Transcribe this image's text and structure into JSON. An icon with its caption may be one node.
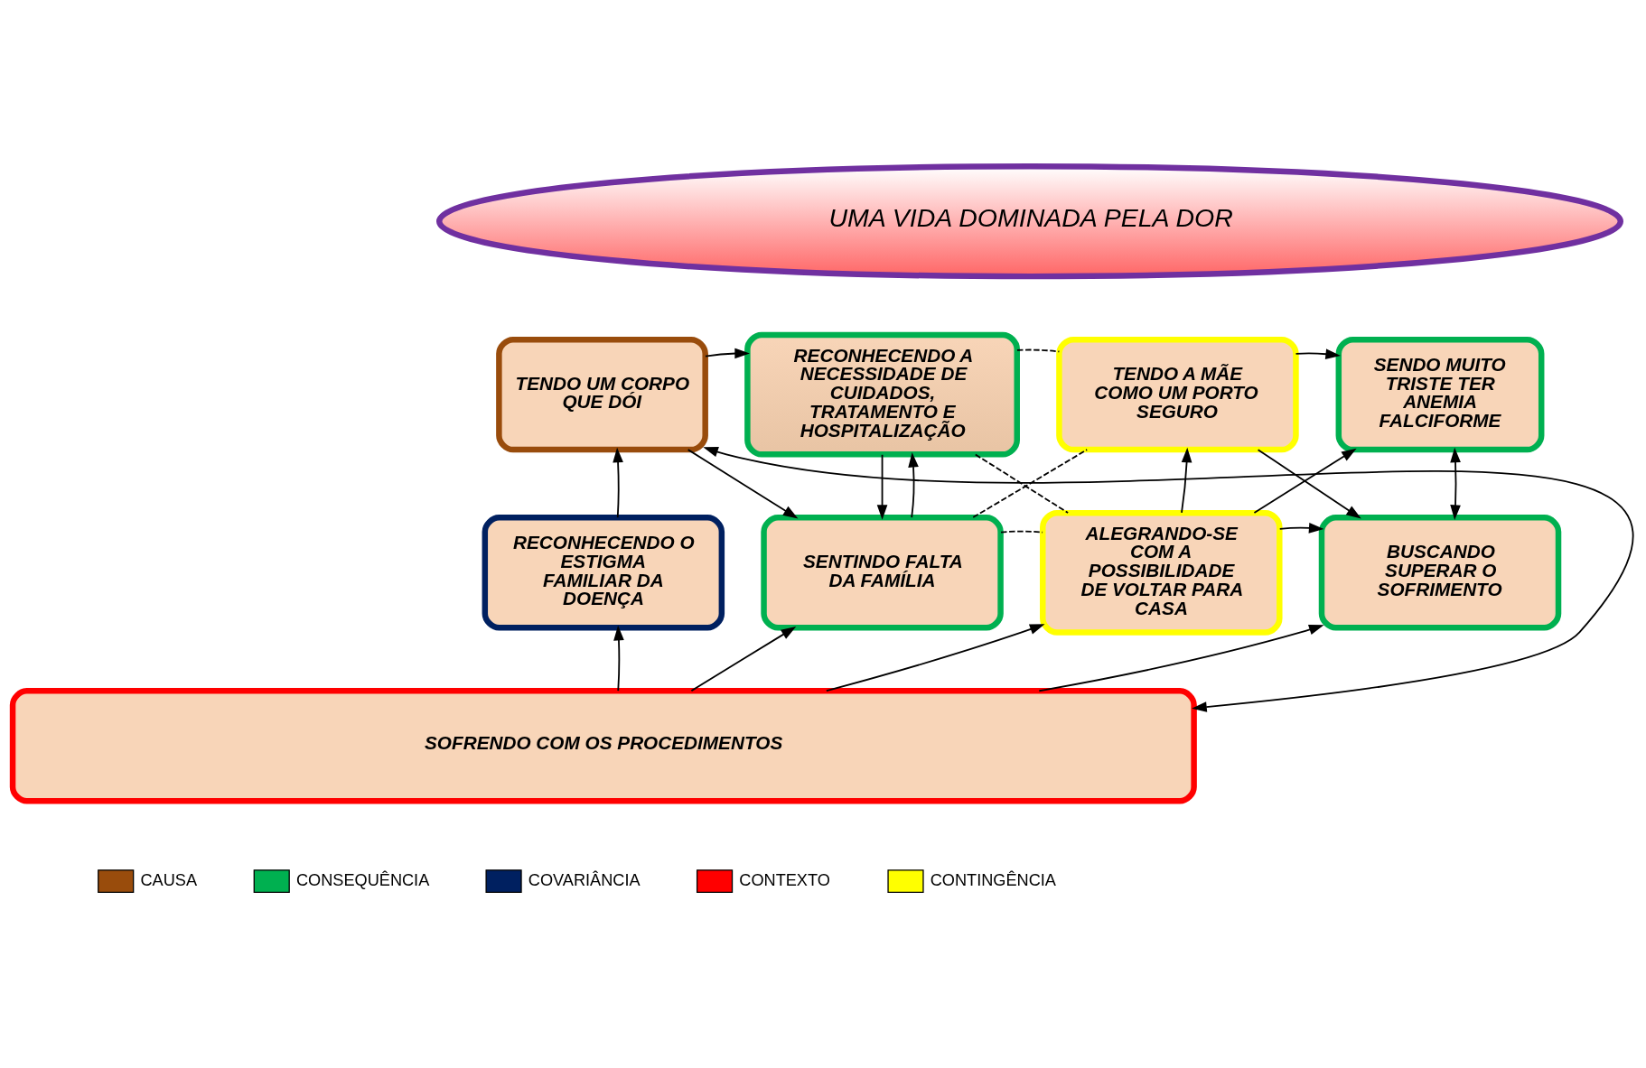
{
  "diagram": {
    "nodes": [
      {
        "text": [
          "UMA VIDA DOMINADA PELA DOR"
        ]
      },
      {
        "text": [
          "TENDO UM CORPO QUE DÓI"
        ]
      },
      {
        "text": [
          "RECONHECENDO A NECESSIDADE DE CUIDADOS, TRATAMENTO E HOSPITALIZAÇÃO"
        ]
      },
      {
        "text": [
          "TENDO A MÃE COMO UM PORTO SEGURO"
        ]
      },
      {
        "text": [
          "SENDO MUITO TRISTE TER ANEMIA FALCIFORME"
        ]
      },
      {
        "text": [
          "RECONHECENDO O ESTIGMA FAMILIAR DA DOENÇA"
        ]
      },
      {
        "text": [
          "SENTINDO FALTA DA FAMÍLIA"
        ]
      },
      {
        "text": [
          "ALEGRANDO-SE COM A POSSIBILIDADE DE VOLTAR PARA CASA"
        ]
      },
      {
        "text": [
          "BUSCANDO SUPERAR O SOFRIMENTO"
        ]
      },
      {
        "text": [
          "SOFRENDO COM OS PROCEDIMENTOS"
        ]
      }
    ],
    "edges": [
      {
        "from": 1,
        "to": 2,
        "arrow": "to"
      },
      {
        "from": 1,
        "to": 6,
        "arrow": "to"
      },
      {
        "from": 2,
        "to": 6,
        "arrow": "to"
      },
      {
        "from": 6,
        "to": 2,
        "arrow": "to"
      },
      {
        "from": 5,
        "to": 1,
        "arrow": "to"
      },
      {
        "from": 9,
        "to": 1,
        "arrow": "both"
      },
      {
        "from": 9,
        "to": 5,
        "arrow": "to"
      },
      {
        "from": 9,
        "to": 6,
        "arrow": "to"
      },
      {
        "from": 9,
        "to": 7,
        "arrow": "to"
      },
      {
        "from": 9,
        "to": 8,
        "arrow": "to"
      },
      {
        "from": 7,
        "to": 3,
        "arrow": "to"
      },
      {
        "from": 2,
        "to": 3,
        "arrow": "none",
        "style": "dashed"
      },
      {
        "from": 2,
        "to": 7,
        "arrow": "none",
        "style": "dashed"
      },
      {
        "from": 6,
        "to": 3,
        "arrow": "none",
        "style": "dashed"
      },
      {
        "from": 6,
        "to": 7,
        "arrow": "none",
        "style": "dashed"
      },
      {
        "from": 3,
        "to": 4,
        "arrow": "to"
      },
      {
        "from": 3,
        "to": 8,
        "arrow": "to"
      },
      {
        "from": 7,
        "to": 4,
        "arrow": "to"
      },
      {
        "from": 7,
        "to": 8,
        "arrow": "to"
      },
      {
        "from": 4,
        "to": 8,
        "arrow": "both"
      }
    ],
    "legend": [
      {
        "text": "CAUSA",
        "color": "#994c0c"
      },
      {
        "text": "CONSEQUÊNCIA",
        "color": "#00b050"
      },
      {
        "text": "COVARIÂNCIA",
        "color": "#002060"
      },
      {
        "text": "CONTEXTO",
        "color": "#ff0000"
      },
      {
        "text": "CONTINGÊNCIA",
        "color": "#ffff00"
      }
    ]
  }
}
